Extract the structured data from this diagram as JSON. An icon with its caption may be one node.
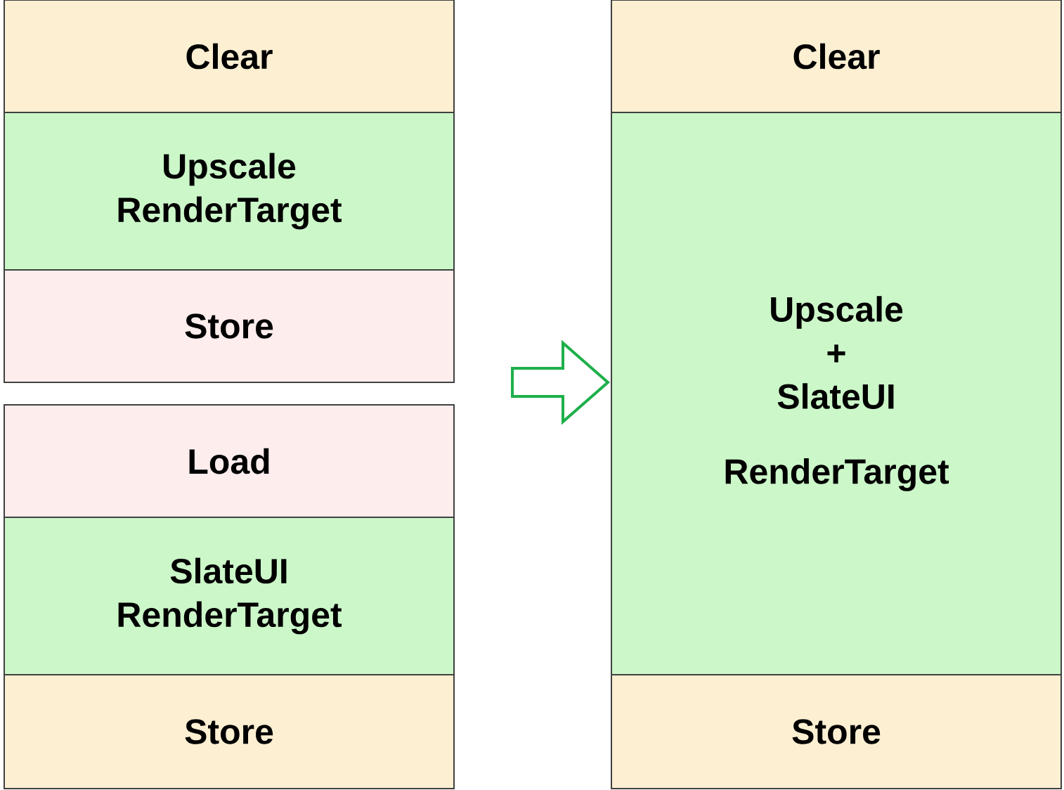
{
  "diagram": {
    "nodes": [
      {
        "text": [
          "Clear"
        ]
      },
      {
        "text": [
          "Upscale RenderTarget"
        ]
      },
      {
        "text": [
          "Store"
        ]
      },
      {
        "text": [
          "Load"
        ]
      },
      {
        "text": [
          "SlateUI RenderTarget"
        ]
      },
      {
        "text": [
          "Store"
        ]
      },
      {
        "text": [
          "Clear"
        ]
      },
      {
        "text": [
          "Upscale + SlateUI",
          "RenderTarget"
        ]
      },
      {
        "text": [
          "Store"
        ]
      }
    ],
    "edges": [
      {
        "from": null,
        "to": 7,
        "arrow": "to"
      }
    ]
  }
}
